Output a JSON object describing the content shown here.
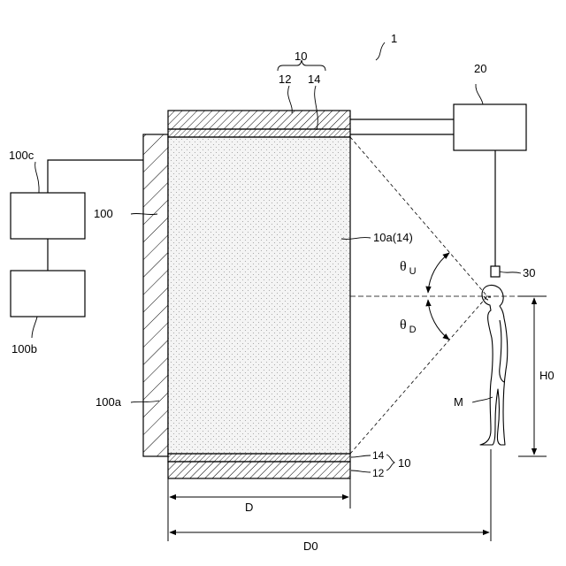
{
  "labels": {
    "device": "1",
    "screen_group_top": "10",
    "layer_12_top": "12",
    "layer_14_top": "14",
    "projector": "20",
    "box_100c": "100c",
    "wall": "100",
    "screen_surface": "10a(14)",
    "theta_u_sym": "θ",
    "theta_u_sub": "U",
    "theta_d_sym": "θ",
    "theta_d_sub": "D",
    "camera": "30",
    "box_100b": "100b",
    "height": "H0",
    "wall_surface": "100a",
    "person": "M",
    "layer_14_bottom": "14",
    "screen_group_bottom": "10",
    "layer_12_bottom": "12",
    "depth": "D",
    "distance": "D0"
  },
  "colors": {
    "line": "#000000",
    "screen_fill": "#f2f2f2",
    "dot": "#9a9a9a"
  }
}
